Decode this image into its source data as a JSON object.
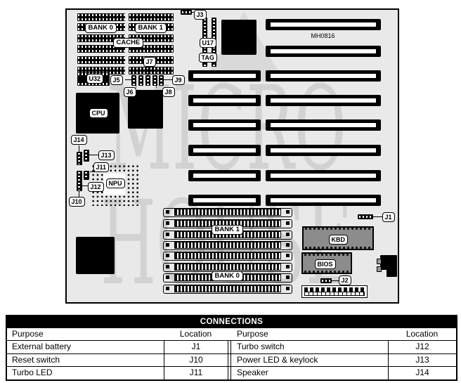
{
  "colors": {
    "board_bg": "#e9e9e9",
    "watermark": "#d2d2d2",
    "chip_gray": "#8c8c8c",
    "table_title_bg": "#000000",
    "table_title_text": "#ffffff"
  },
  "board": {
    "model": "MH0816",
    "watermark_line1": "MICRO",
    "watermark_line2": "HOUSE",
    "labels": {
      "bank0_top": "BANK 0",
      "bank1_top": "BANK 1",
      "cache": "CACHE",
      "j3": "J3",
      "u17": "U17",
      "tag": "TAG",
      "j7": "J7",
      "u32": "U32",
      "j5": "J5",
      "j6": "J6",
      "j8": "J8",
      "j9": "J9",
      "cpu": "CPU",
      "npu": "NPU",
      "j14": "J14",
      "j13": "J13",
      "j11": "J11",
      "j12": "J12",
      "j10": "J10",
      "bank1_simm": "BANK 1",
      "bank0_simm": "BANK 0",
      "kbd": "KBD",
      "bios": "BIOS",
      "j2": "J2",
      "j1": "J1"
    }
  },
  "connections_table": {
    "title": "CONNECTIONS",
    "col_headers": [
      "Purpose",
      "Location",
      "Purpose",
      "Location"
    ],
    "rows": [
      {
        "purpose_left": "External battery",
        "location_left": "J1",
        "purpose_right": "Turbo switch",
        "location_right": "J12"
      },
      {
        "purpose_left": "Reset switch",
        "location_left": "J10",
        "purpose_right": "Power LED & keylock",
        "location_right": "J13"
      },
      {
        "purpose_left": "Turbo LED",
        "location_left": "J11",
        "purpose_right": "Speaker",
        "location_right": "J14"
      }
    ]
  }
}
